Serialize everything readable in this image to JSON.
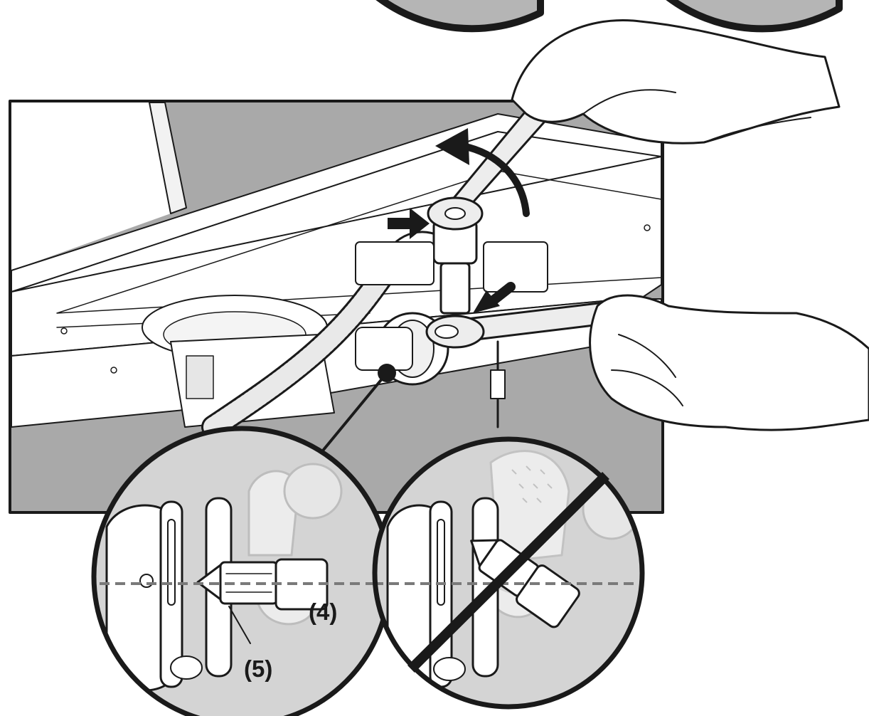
{
  "figure": {
    "callouts": {
      "part_4": "(4)",
      "part_5": "(5)"
    },
    "colors": {
      "panel_gray": "#a9a9a9",
      "light_gray": "#d4d4d4",
      "line": "#1a1a1a",
      "white": "#ffffff"
    },
    "icons": {
      "rotation": "curved-arrow-counterclockwise",
      "prohibited": "diagonal-slash"
    }
  }
}
